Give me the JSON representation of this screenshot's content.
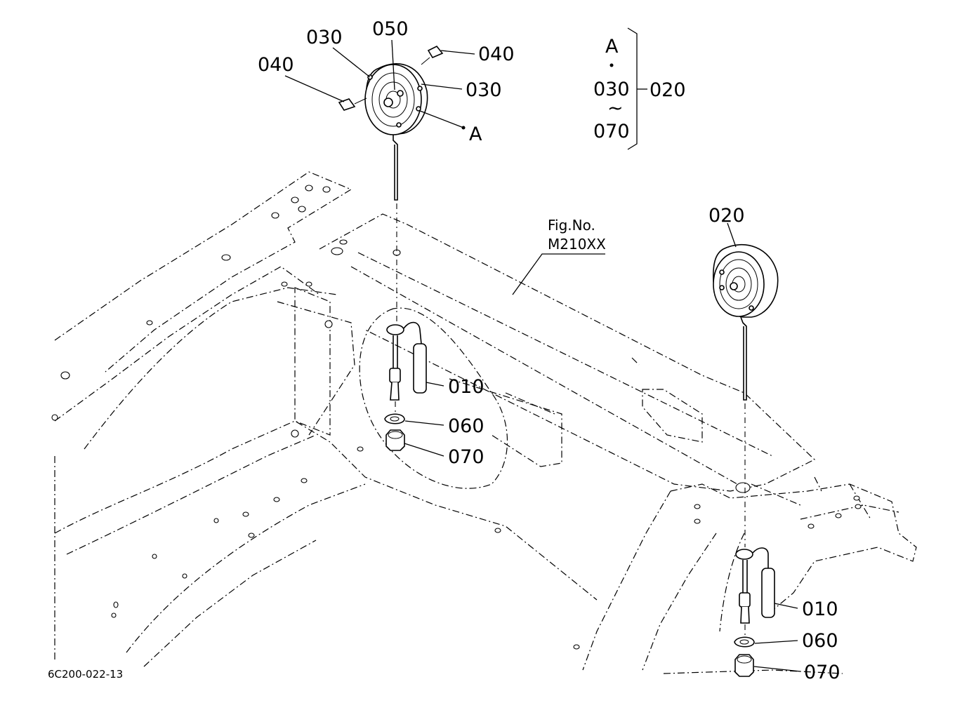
{
  "drawing": {
    "reference_code": "6C200-022-13",
    "figure_note_line1": "Fig.No.",
    "figure_note_line2": "M210XX"
  },
  "callouts": {
    "c040_left": "040",
    "c030_left": "030",
    "c050": "050",
    "c040_right": "040",
    "c030_right": "030",
    "cA_mark": "A",
    "c020_top": "020",
    "c010_left": "010",
    "c060_left": "060",
    "c070_left": "070",
    "c010_right": "010",
    "c060_right": "060",
    "c070_right": "070"
  },
  "assembly_key": {
    "line_a": "A",
    "line_from": "030",
    "tilde": "~",
    "line_to": "070",
    "assembly": "020"
  }
}
